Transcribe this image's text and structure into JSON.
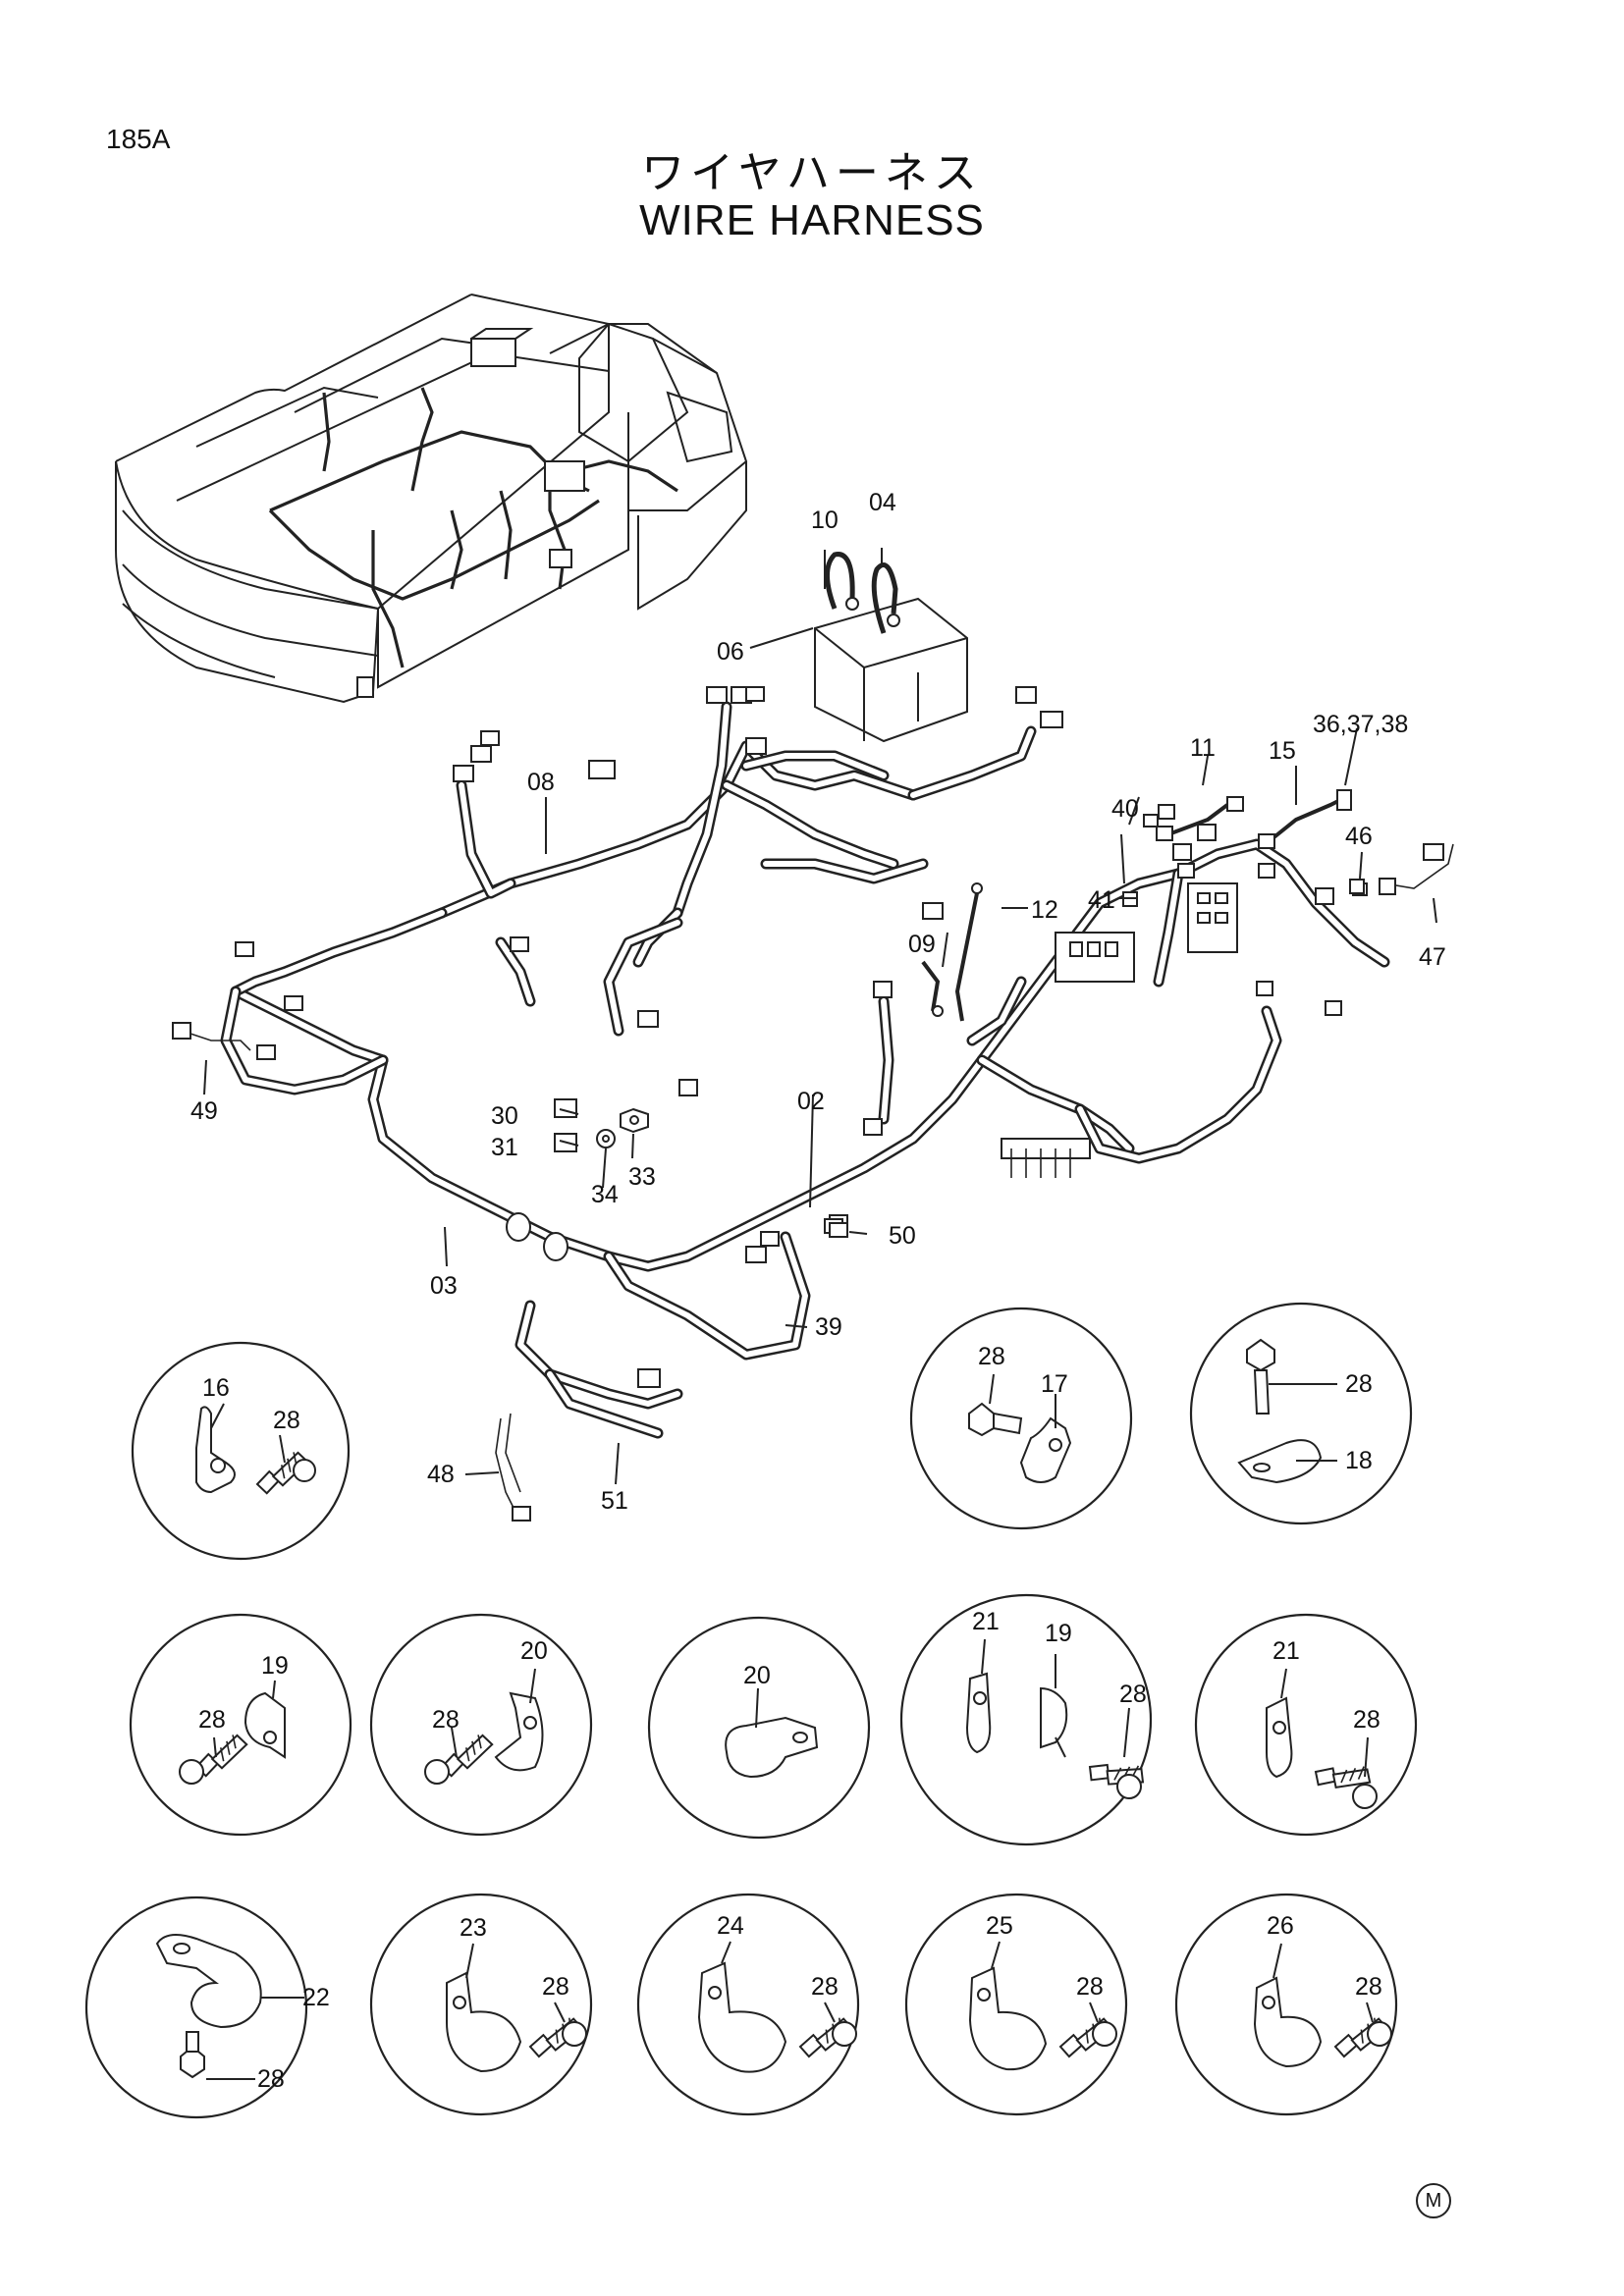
{
  "page_number": "185A",
  "title_jp": "ワイヤハーネス",
  "title_en": "WIRE HARNESS",
  "corner_mark": "M",
  "callouts": {
    "c02": "02",
    "c03": "03",
    "c04": "04",
    "c06": "06",
    "c08": "08",
    "c09": "09",
    "c10": "10",
    "c11": "11",
    "c12": "12",
    "c15": "15",
    "c30": "30",
    "c31": "31",
    "c33": "33",
    "c34": "34",
    "c363738": "36,37,38",
    "c39": "39",
    "c40": "40",
    "c41": "41",
    "c46": "46",
    "c47": "47",
    "c48": "48",
    "c49": "49",
    "c50": "50",
    "c51": "51"
  },
  "detail_circles": [
    {
      "labels": [
        "16",
        "28"
      ]
    },
    {
      "labels": [
        "28",
        "17"
      ]
    },
    {
      "labels": [
        "28",
        "18"
      ]
    },
    {
      "labels": [
        "19",
        "28"
      ]
    },
    {
      "labels": [
        "20",
        "28"
      ]
    },
    {
      "labels": [
        "20"
      ]
    },
    {
      "labels": [
        "21",
        "19",
        "28"
      ]
    },
    {
      "labels": [
        "21",
        "28"
      ]
    },
    {
      "labels": [
        "22",
        "28"
      ]
    },
    {
      "labels": [
        "23",
        "28"
      ]
    },
    {
      "labels": [
        "24",
        "28"
      ]
    },
    {
      "labels": [
        "25",
        "28"
      ]
    },
    {
      "labels": [
        "26",
        "28"
      ]
    }
  ]
}
